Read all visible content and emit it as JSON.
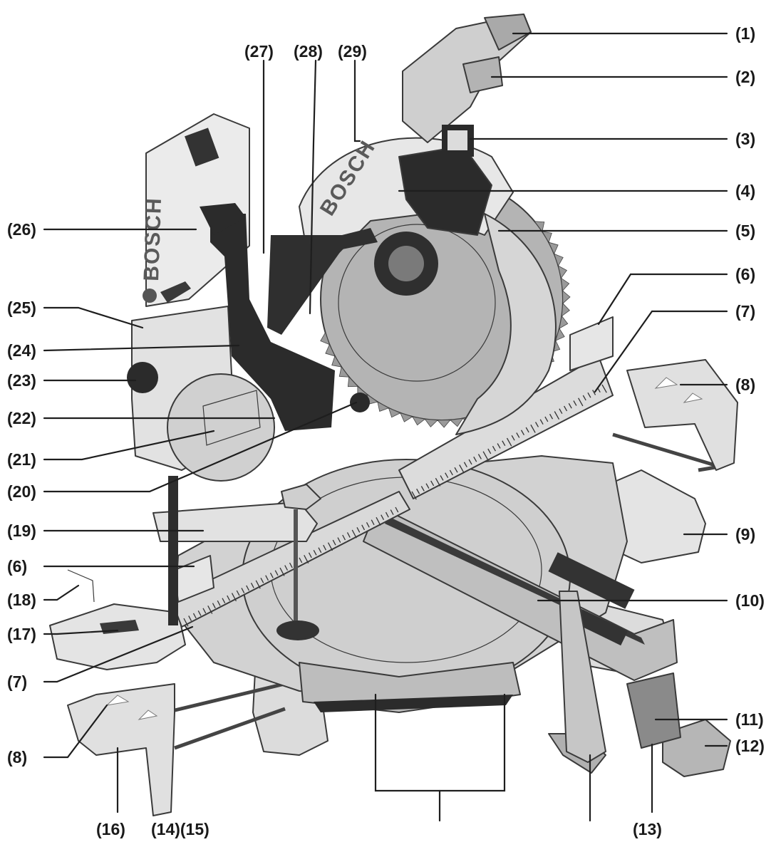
{
  "brand": "BOSCH",
  "labels": {
    "l1": "(1)",
    "l2": "(2)",
    "l3": "(3)",
    "l4": "(4)",
    "l5": "(5)",
    "l6a": "(6)",
    "l7a": "(7)",
    "l8a": "(8)",
    "l9": "(9)",
    "l10": "(10)",
    "l11": "(11)",
    "l12": "(12)",
    "l13": "(13)",
    "l1415": "(14)(15)",
    "l16": "(16)",
    "l8b": "(8)",
    "l7b": "(7)",
    "l17": "(17)",
    "l18": "(18)",
    "l6b": "(6)",
    "l19": "(19)",
    "l20": "(20)",
    "l21": "(21)",
    "l22": "(22)",
    "l23": "(23)",
    "l24": "(24)",
    "l25": "(25)",
    "l26": "(26)",
    "l27": "(27)",
    "l28": "(28)",
    "l29": "(29)"
  },
  "colors": {
    "body_light": "#e6e6e6",
    "body_mid": "#c9c9c9",
    "body_dark": "#8e8e8e",
    "black_part": "#2b2b2b",
    "blade": "#b8b8b8"
  }
}
